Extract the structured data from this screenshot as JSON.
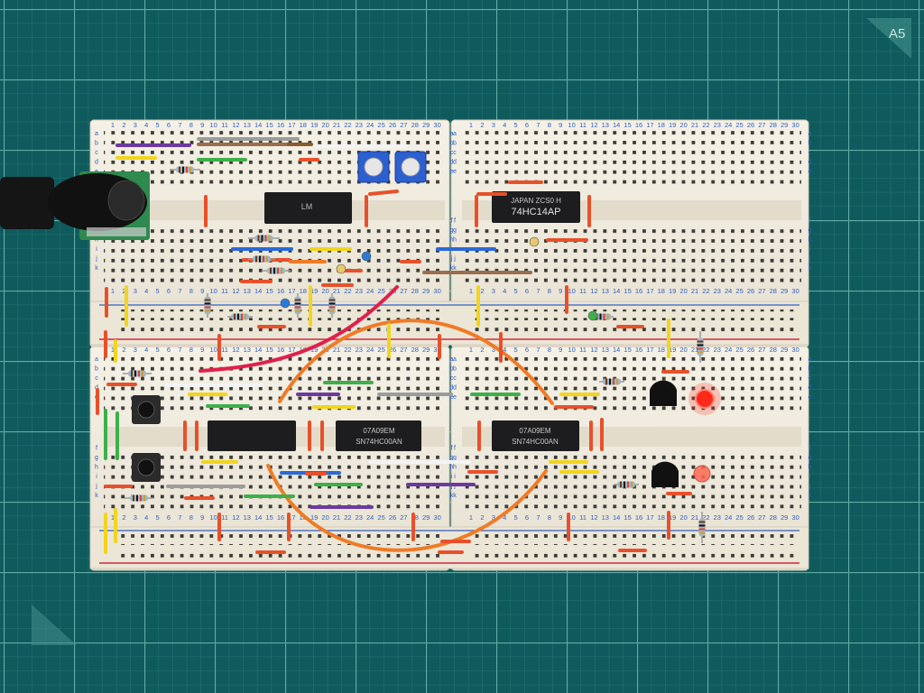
{
  "scene": {
    "mat_label": "A5",
    "colors": {
      "mat": "#0f5a5c",
      "mat_grid": "#3f8f8c",
      "board": "#f1ece0",
      "rail_red": "#d0283a",
      "rail_blue": "#2f5fc0",
      "wire_red": "#e0204a",
      "wire_orange": "#f07b26",
      "led_on": "#ff2a1a",
      "ic_body": "#1d1d1f"
    },
    "breadboards": [
      {
        "name": "top",
        "columns": [
          "1",
          "2",
          "3",
          "4",
          "5",
          "6",
          "7",
          "8",
          "9",
          "10",
          "11",
          "12",
          "13",
          "14",
          "15",
          "16",
          "17",
          "18",
          "19",
          "20",
          "21",
          "22",
          "23",
          "24",
          "25",
          "26",
          "27",
          "28",
          "29",
          "30"
        ],
        "rows": [
          "a",
          "b",
          "c",
          "d",
          "e",
          "f",
          "g",
          "h",
          "i",
          "j",
          "k"
        ]
      },
      {
        "name": "bottom",
        "columns": [
          "1",
          "2",
          "3",
          "4",
          "5",
          "6",
          "7",
          "8",
          "9",
          "10",
          "11",
          "12",
          "13",
          "14",
          "15",
          "16",
          "17",
          "18",
          "19",
          "20",
          "21",
          "22",
          "23",
          "24",
          "25",
          "26",
          "27",
          "28",
          "29",
          "30"
        ],
        "rows": [
          "a",
          "b",
          "c",
          "d",
          "e",
          "f",
          "g",
          "h",
          "i",
          "j",
          "k"
        ]
      }
    ],
    "chips": [
      {
        "name": "top-left-chip",
        "line1": "LM",
        "line2": ""
      },
      {
        "name": "top-right-chip",
        "line1": "JAPAN ZCS0 H",
        "line2": "74HC14AP"
      },
      {
        "name": "bottom-left-chip",
        "line1": "",
        "line2": ""
      },
      {
        "name": "bottom-middle-chip",
        "line1": "07A09EM",
        "line2": "SN74HC00AN"
      },
      {
        "name": "bottom-right-chip",
        "line1": "07A09EM",
        "line2": "SN74HC00AN"
      }
    ]
  }
}
